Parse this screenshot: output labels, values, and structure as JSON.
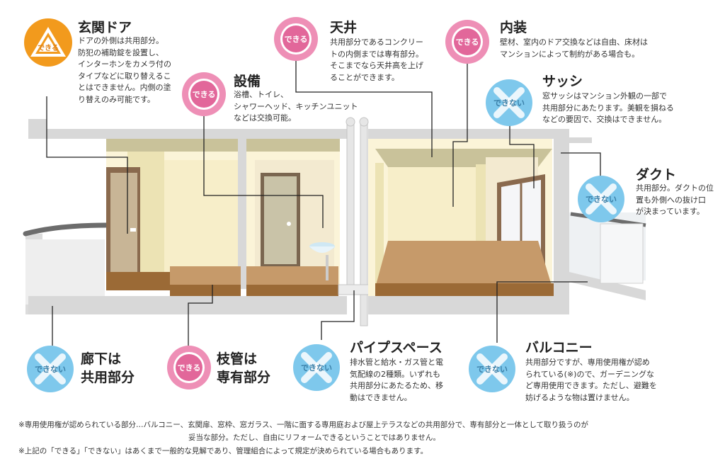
{
  "badges": {
    "ok": "できる",
    "ng": "できない"
  },
  "callouts": {
    "genkan": {
      "status": "△",
      "title": "玄関ドア",
      "lines": [
        "ドアの外側は共用部分。",
        "防犯の補助錠を設置し、",
        "インターホンをカメラ付の",
        "タイプなどに取り替えるこ",
        "とはできません。内側の塗",
        "り替えのみ可能です。"
      ]
    },
    "setsubi": {
      "status": "ok",
      "title": "設備",
      "lines": [
        "浴槽、トイレ、",
        "シャワーヘッド、キッチンユニット",
        "などは交換可能。"
      ]
    },
    "tenjo": {
      "status": "ok",
      "title": "天井",
      "lines": [
        "共用部分であるコンクリー",
        "トの内側までは専有部分。",
        "そこまでなら天井高を上げ",
        "ることができます。"
      ]
    },
    "naiso": {
      "status": "ok",
      "title": "内装",
      "lines": [
        "壁材、室内のドア交換などは自由、床材は",
        "マンションによって制約がある場合も。"
      ]
    },
    "sasshi": {
      "status": "ng",
      "title": "サッシ",
      "lines": [
        "窓サッシはマンション外観の一部で",
        "共用部分にあたります。美観を損ねる",
        "などの要因で、交換はできません。"
      ]
    },
    "duct": {
      "status": "ng",
      "title": "ダクト",
      "lines": [
        "共用部分。ダクトの位",
        "置も外側への抜け口",
        "が決まっています。"
      ]
    },
    "roka": {
      "status": "ng",
      "title_lines": [
        "廊下は",
        "共用部分"
      ]
    },
    "edakan": {
      "status": "ok",
      "title_lines": [
        "枝管は",
        "専有部分"
      ]
    },
    "pipe": {
      "status": "ng",
      "title": "パイプスペース",
      "lines": [
        "排水管と給水・ガス管と電",
        "気配線の2種類。いずれも",
        "共用部分にあたるため、移",
        "動はできません。"
      ]
    },
    "balcony": {
      "status": "ng",
      "title": "バルコニー",
      "lines": [
        "共用部分ですが、専用使用権が認め",
        "られている(※)ので、ガーデニングな",
        "ど専用使用できます。ただし、避難を",
        "妨げるような物は置けません。"
      ]
    }
  },
  "notes": [
    "※専用使用権が認められている部分…バルコニー、玄関扉、窓枠、窓ガラス、一階に面する専用庭および屋上テラスなどの共用部分で、専有部分と一体として取り扱うのが",
    "妥当な部分。ただし、自由にリフォームできるということではありません。",
    "※上記の「できる」「できない」はあくまで一般的な見解であり、管理組合によって規定が決められている場合もあります。"
  ],
  "colors": {
    "ok": "#e2679a",
    "ok_outer": "#ee8fb6",
    "ng": "#7ec8ec",
    "tri": "#f29a1d"
  }
}
